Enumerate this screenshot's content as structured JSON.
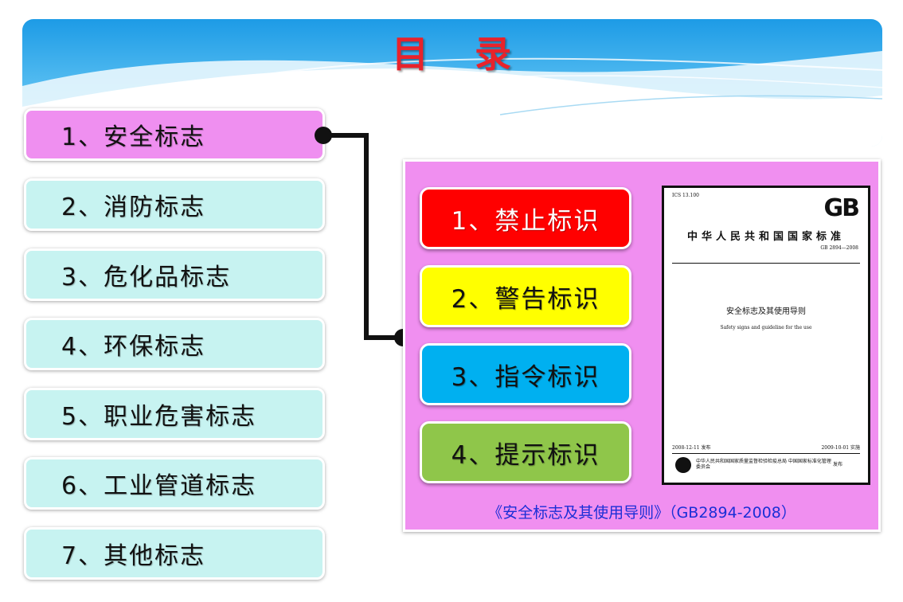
{
  "title": "目录",
  "menu": {
    "items": [
      {
        "label": "1、安全标志",
        "active": true
      },
      {
        "label": "2、消防标志",
        "active": false
      },
      {
        "label": "3、危化品标志",
        "active": false
      },
      {
        "label": "4、环保标志",
        "active": false
      },
      {
        "label": "5、职业危害标志",
        "active": false
      },
      {
        "label": "6、工业管道标志",
        "active": false
      },
      {
        "label": "7、其他标志",
        "active": false
      }
    ]
  },
  "panel": {
    "sub_items": [
      {
        "label": "1、禁止标识",
        "bg": "#ff0000",
        "color": "#ffffff"
      },
      {
        "label": "2、警告标识",
        "bg": "#ffff00",
        "color": "#111111"
      },
      {
        "label": "3、指令标识",
        "bg": "#00b0f0",
        "color": "#111111"
      },
      {
        "label": "4、提示标识",
        "bg": "#8fc64a",
        "color": "#111111"
      }
    ],
    "document": {
      "code_tl": "ICS 13.100",
      "gb_mark": "GB",
      "national_standard": "中华人民共和国国家标准",
      "std_number": "GB 2894—2008",
      "title": "安全标志及其使用导则",
      "title_en": "Safety signs and guideline for the use",
      "issued": "2008-12-11 发布",
      "implemented": "2009-10-01 实施",
      "publisher": "中华人民共和国国家质量监督检验检疫总局 中国国家标准化管理委员会",
      "publisher_suffix": "发布"
    },
    "caption": "《安全标志及其使用导则》（GB2894-2008）"
  },
  "colors": {
    "title": "#e8232b",
    "menu_active": "#ef8ff0",
    "menu_default": "#c7f3f1",
    "panel_bg": "#f08ff0",
    "caption": "#1a2fd6",
    "header_blue": "#2aa6ea"
  }
}
